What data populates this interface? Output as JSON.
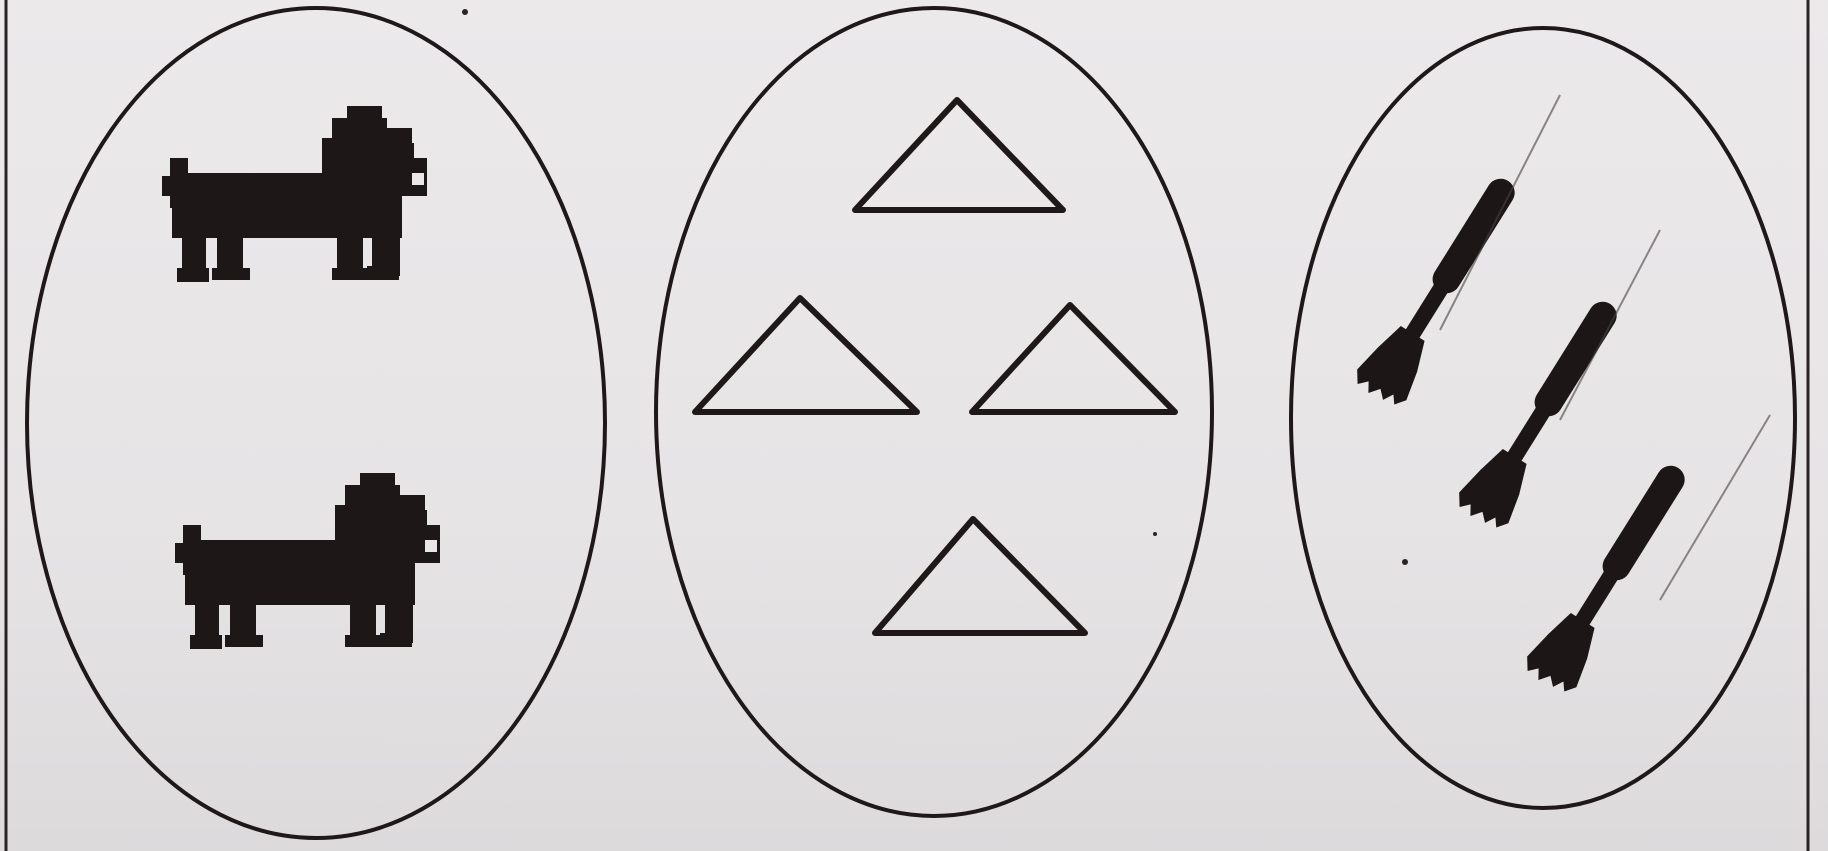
{
  "page": {
    "background": "#e9e7e8",
    "ink": "#1e1718"
  },
  "groups": [
    {
      "name": "dogs",
      "icon": "dog-icon",
      "count": 2
    },
    {
      "name": "triangles",
      "icon": "triangle-icon",
      "count": 4
    },
    {
      "name": "brushes",
      "icon": "paintbrush-icon",
      "count": 3
    }
  ]
}
